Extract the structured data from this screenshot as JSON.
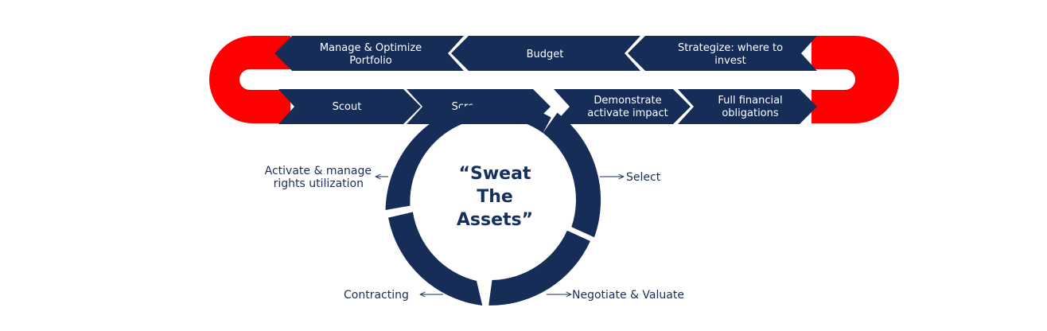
{
  "colors": {
    "navy": "#162d57",
    "red": "#ff0000",
    "text": "#1a2d57",
    "arrow": "#1a2d57"
  },
  "top_row": [
    {
      "line1": "Manage & Optimize",
      "line2": "Portfolio"
    },
    {
      "line1": "Budget",
      "line2": ""
    },
    {
      "line1": "Strategize: where to",
      "line2": "invest"
    }
  ],
  "bottom_row": [
    {
      "line1": "Scout",
      "line2": ""
    },
    {
      "line1": "Screen",
      "line2": ""
    },
    {
      "line1": "Demonstrate",
      "line2": "activate impact"
    },
    {
      "line1": "Full financial",
      "line2": "obligations"
    }
  ],
  "center": {
    "line1": "“Sweat",
    "line2": "The",
    "line3": "Assets”"
  },
  "cycle": {
    "select": "Select",
    "negotiate": "Negotiate & Valuate",
    "contracting": "Contracting",
    "activate_line1": "Activate & manage",
    "activate_line2": "rights utilization"
  }
}
